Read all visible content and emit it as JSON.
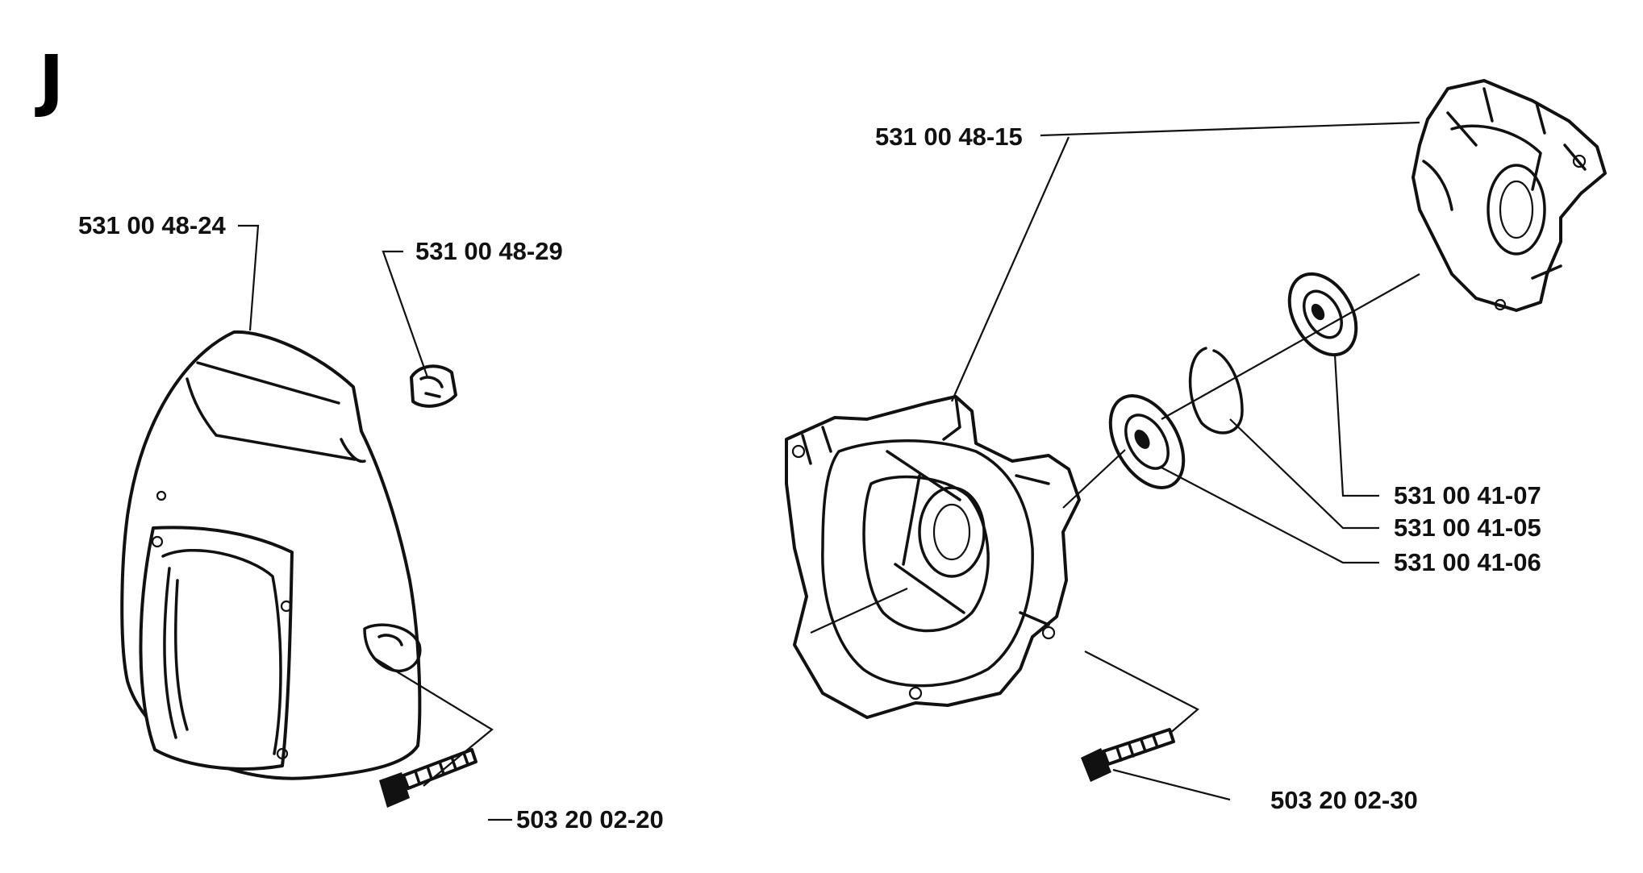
{
  "section_letter": "J",
  "parts": {
    "fan_housing": "531 00 48-24",
    "guide_plate": "531 00 48-29",
    "screw_left": "503 20 02-20",
    "crankcase": "531 00 48-15",
    "bearing_right": "531 00 41-07",
    "circlip": "531 00 41-05",
    "bearing_left": "531 00 41-06",
    "screw_right": "503 20 02-30"
  }
}
